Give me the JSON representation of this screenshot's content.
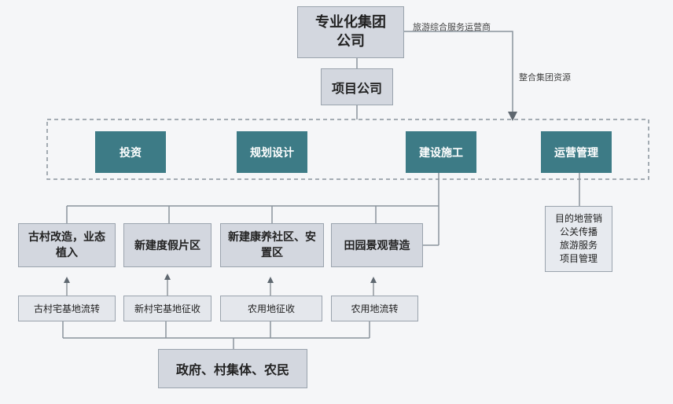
{
  "nodes": {
    "group_company": "专业化集团公司",
    "project_company": "项目公司",
    "investment": "投资",
    "planning_design": "规划设计",
    "construction": "建设施工",
    "operation": "运营管理",
    "old_village": "古村改造，业态植入",
    "new_resort": "新建度假片区",
    "new_health_community": "新建康养社区、安置区",
    "pastoral_landscape": "田园景观营造",
    "old_homestead_transfer": "古村宅基地流转",
    "new_homestead_acquisition": "新村宅基地征收",
    "farmland_acquisition": "农用地征收",
    "farmland_transfer": "农用地流转",
    "stakeholders": "政府、村集体、农民"
  },
  "operation_items": [
    "目的地营销",
    "公关传播",
    "旅游服务",
    "项目管理"
  ],
  "annotations": {
    "tourism_operator": "旅游综合服务运营商",
    "integrate_resources": "整合集团资源"
  },
  "colors": {
    "teal": "#3d7b86",
    "box_gray": "#d3d7df",
    "line": "#8a939c"
  }
}
